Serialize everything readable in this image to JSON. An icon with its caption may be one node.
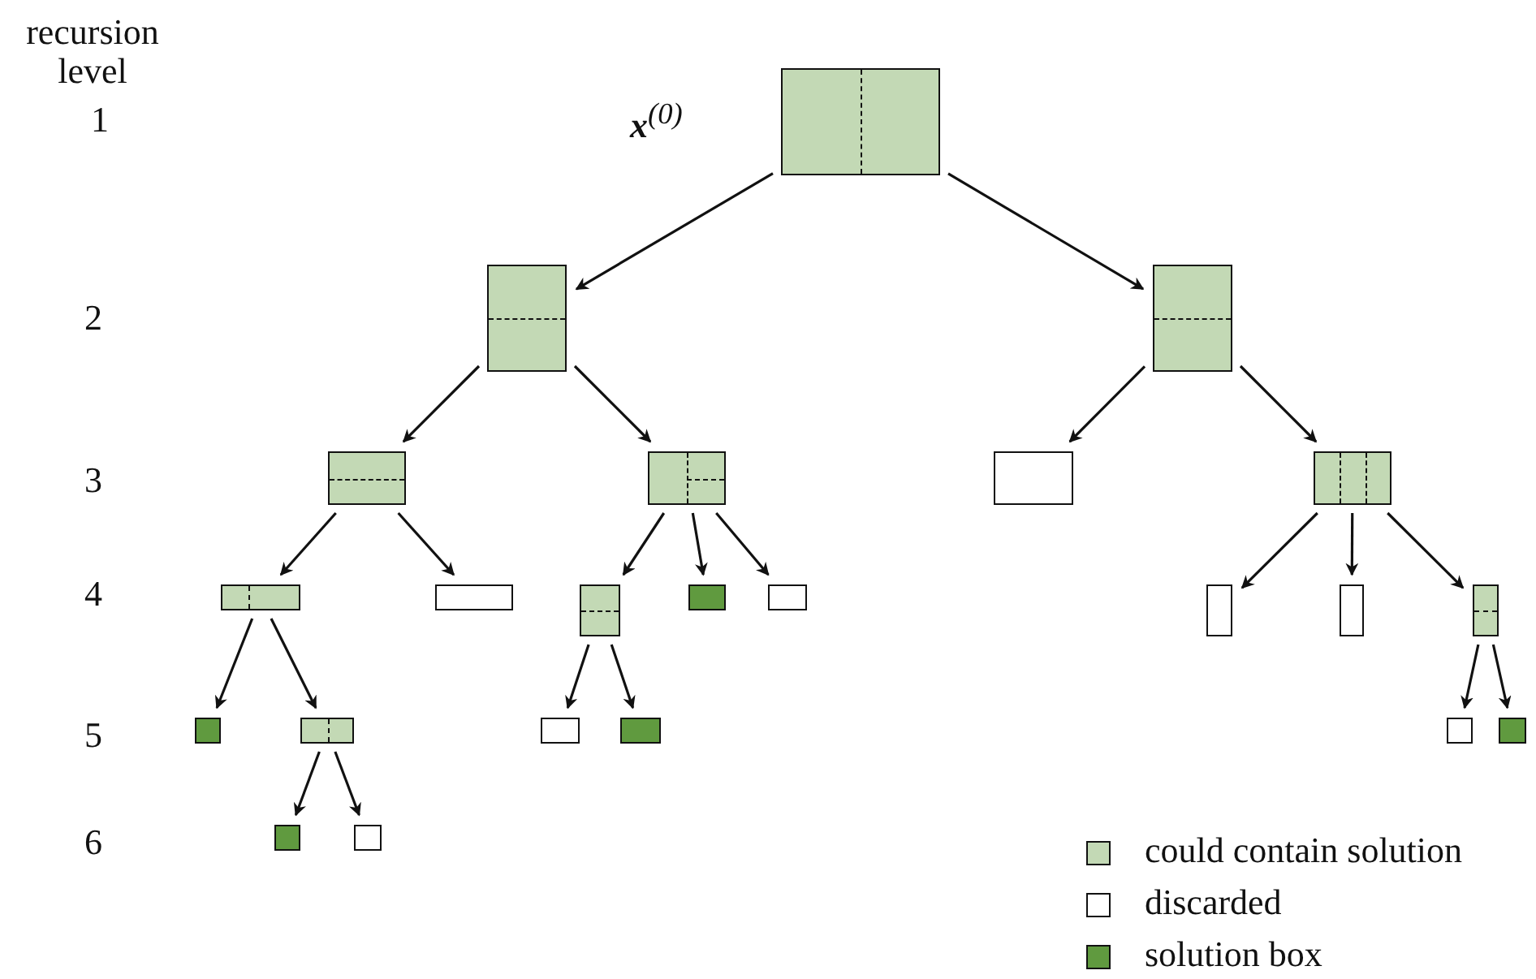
{
  "diagram": {
    "nodes": [
      {
        "text": [],
        "shape": "box",
        "beside": [
          "**x**$^{(0)}$"
        ]
      },
      {
        "text": [],
        "shape": "box"
      },
      {
        "text": [],
        "shape": "box"
      },
      {
        "text": [],
        "shape": "box"
      },
      {
        "text": [],
        "shape": "box"
      },
      {
        "text": [],
        "shape": "box"
      },
      {
        "text": [],
        "shape": "box"
      },
      {
        "text": [],
        "shape": "box"
      },
      {
        "text": [],
        "shape": "box"
      },
      {
        "text": [],
        "shape": "box"
      },
      {
        "text": [],
        "shape": "box"
      },
      {
        "text": [],
        "shape": "box"
      },
      {
        "text": [],
        "shape": "box"
      },
      {
        "text": [],
        "shape": "box"
      },
      {
        "text": [],
        "shape": "box"
      },
      {
        "text": [],
        "shape": "box"
      },
      {
        "text": [],
        "shape": "box"
      },
      {
        "text": [],
        "shape": "box"
      },
      {
        "text": [],
        "shape": "box"
      },
      {
        "text": [],
        "shape": "box"
      },
      {
        "text": [],
        "shape": "box"
      },
      {
        "text": [],
        "shape": "box"
      },
      {
        "text": [],
        "shape": "box"
      }
    ],
    "edges": [
      {
        "from": 0,
        "to": 1,
        "arrow": "to"
      },
      {
        "from": 0,
        "to": 2,
        "arrow": "to"
      },
      {
        "from": 1,
        "to": 3,
        "arrow": "to"
      },
      {
        "from": 1,
        "to": 4,
        "arrow": "to"
      },
      {
        "from": 2,
        "to": 5,
        "arrow": "to"
      },
      {
        "from": 2,
        "to": 6,
        "arrow": "to"
      },
      {
        "from": 3,
        "to": 7,
        "arrow": "to"
      },
      {
        "from": 3,
        "to": 8,
        "arrow": "to"
      },
      {
        "from": 4,
        "to": 9,
        "arrow": "to"
      },
      {
        "from": 4,
        "to": 10,
        "arrow": "to"
      },
      {
        "from": 4,
        "to": 11,
        "arrow": "to"
      },
      {
        "from": 6,
        "to": 12,
        "arrow": "to"
      },
      {
        "from": 6,
        "to": 13,
        "arrow": "to"
      },
      {
        "from": 6,
        "to": 14,
        "arrow": "to"
      },
      {
        "from": 7,
        "to": 15,
        "arrow": "to"
      },
      {
        "from": 7,
        "to": 16,
        "arrow": "to"
      },
      {
        "from": 9,
        "to": 17,
        "arrow": "to"
      },
      {
        "from": 9,
        "to": 18,
        "arrow": "to"
      },
      {
        "from": 14,
        "to": 19,
        "arrow": "to"
      },
      {
        "from": 14,
        "to": 20,
        "arrow": "to"
      },
      {
        "from": 16,
        "to": 21,
        "arrow": "to"
      },
      {
        "from": 16,
        "to": 22,
        "arrow": "to"
      }
    ],
    "labels": [
      "recursion level",
      "1",
      "2",
      "3",
      "4",
      "5",
      "6"
    ],
    "legend": [
      {
        "text": "could contain solution",
        "color": "#c3d9b5"
      },
      {
        "text": "discarded",
        "color": "#ffffff"
      },
      {
        "text": "solution box",
        "color": "#609a3f"
      }
    ]
  }
}
